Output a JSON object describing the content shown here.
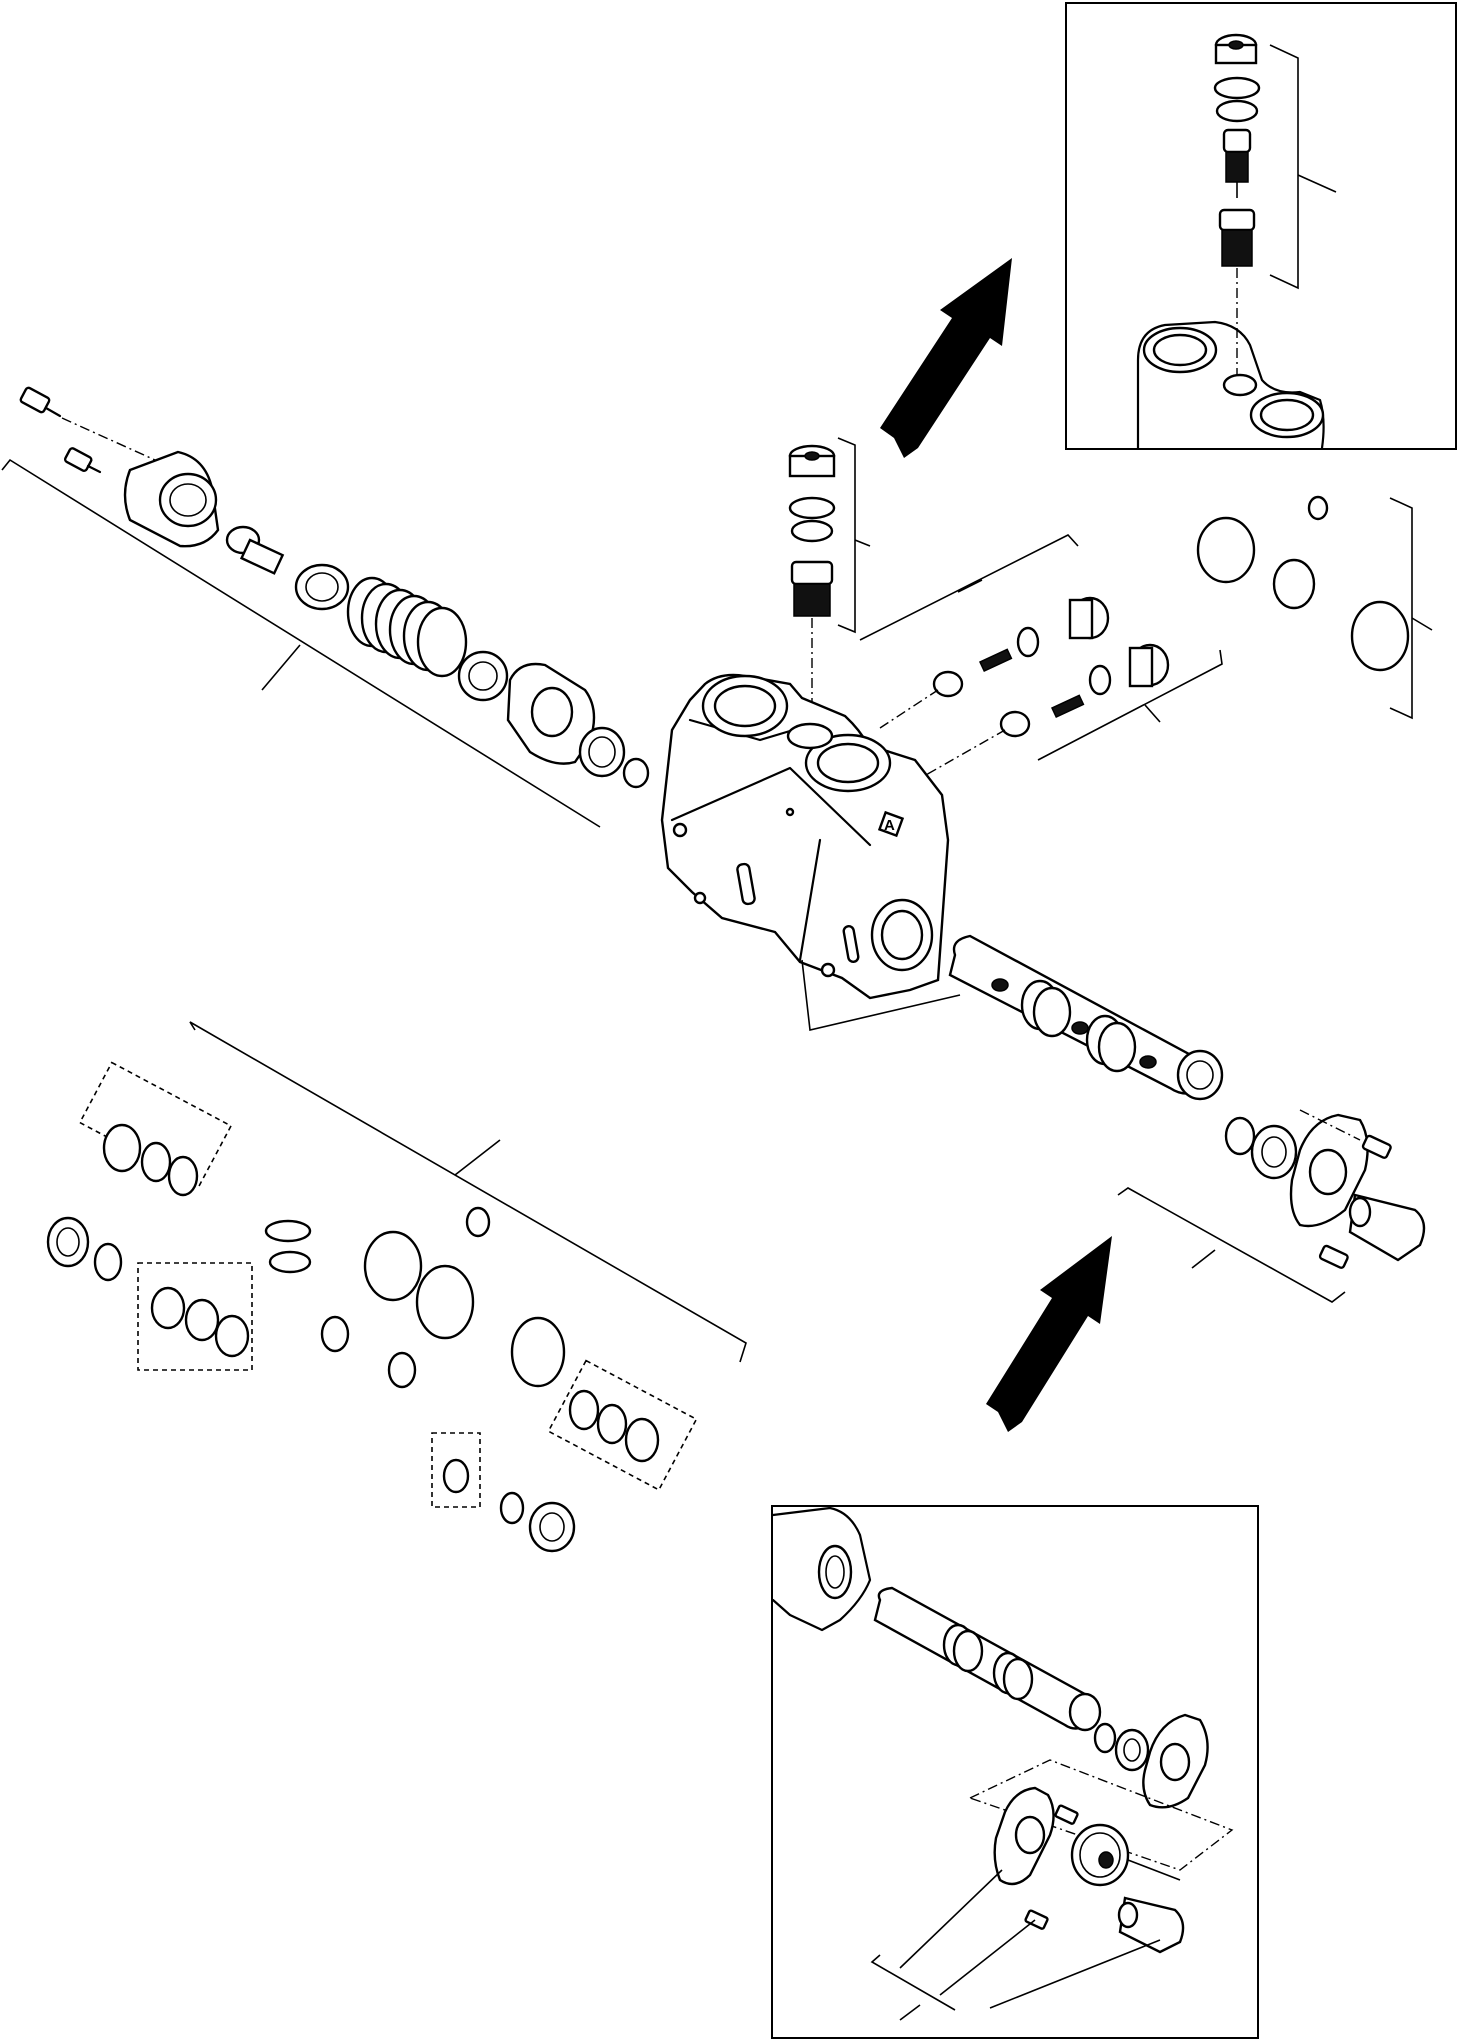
{
  "figure": {
    "port_mark": "A"
  },
  "icons": {
    "arrow_upper": "up-right-arrow",
    "arrow_lower": "up-right-arrow"
  }
}
